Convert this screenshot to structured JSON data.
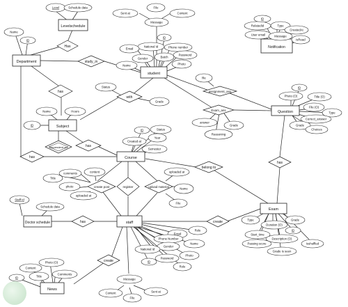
{
  "entities": {
    "level_schedule": "Levelschedule",
    "department": "Department",
    "student": "student",
    "notification": "Notification",
    "question": "Question",
    "subject": "Subject",
    "course": "Course",
    "staff": "staff",
    "doctor_schedule": "Doctor schedule",
    "exam": "Exam",
    "news": "News"
  },
  "relationships": {
    "has_level": "Has",
    "study_in": "study_in",
    "has_dept_subject": "has",
    "with": "with",
    "assignment_ans": "assignment_ans",
    "exam_ans": "Exam_ans",
    "has_course_subject": "has",
    "dependent_on": "Dependent on",
    "has_dept_course": "has",
    "belong_to": "belong to",
    "has_exam_question": "has",
    "create_post": "create post",
    "register": "register",
    "upload_material": "upload material",
    "has_doctor_schedule": "has",
    "create_exam": "create",
    "create_news": "create"
  },
  "attributes": {
    "level": "Level",
    "schedule_data": "Schedule data",
    "dept_name": "Name",
    "dept_id": "ID",
    "msg_sent_at": "Sent at",
    "msg_file": "File",
    "msg_content": "Content",
    "message": "Message",
    "stu_id": "ID",
    "national_id": "National Id",
    "phone_number": "Phone number",
    "email": "Email",
    "batch": "Batch",
    "password": "Password",
    "gender": "Gender",
    "photo": "Photo",
    "stu_name": "Name",
    "notif_id": "ID",
    "related_id": "RelatedId",
    "notif_type": "Type",
    "created_at": "CreatedAt",
    "user_email": "User email",
    "notif_message": "Message",
    "is_read": "isRead",
    "with_status": "Status",
    "with_grade": "Grade",
    "assign_file": "file",
    "q_id": "ID",
    "q_photo": "Photo (O)",
    "q_title": "Title (O)",
    "q_file": "File (O)",
    "q_type": "Type",
    "q_grade": "Grade",
    "correct_answer": "Correct_answer",
    "choices": "Choices",
    "answer": "answer",
    "reasoning": "Reasoning",
    "ans_grade": "Grade",
    "subj_name": "Name",
    "subj_hours": "Hours",
    "subj_id": "ID",
    "course_id": "ID",
    "course_status": "Status",
    "course_year": "Year",
    "course_created_at": "Created at",
    "semester": "Semester",
    "post_title": "Title",
    "post_comments": "comments",
    "post_content": "content",
    "post_photo": "photo",
    "post_uploaded_at": "uploaded at",
    "mat_uploaded_at": "uploaded at",
    "mat_name": "Name",
    "mat_file": "File",
    "staff_id": "Staff Id",
    "doc_schedule_data": "Schedule data",
    "exam_type": "Type",
    "exam_grade": "Grade",
    "exam_id": "ID",
    "duration": "Duration (O)",
    "start_time": "Start_time",
    "description": "Description (O)",
    "isshuffled": "Isshuffled",
    "passing_score": "Passing score",
    "grade_is_seen": "Grade is seen",
    "staff_email": "Email",
    "staff_role": "Role",
    "staff_phone": "Phone Number",
    "staff_gender": "Gender",
    "staff_name": "Name",
    "staff_national_id": "National Id",
    "staff_photo": "Photo",
    "staff_password": "Password",
    "staff_role2": "Role",
    "staff_pk_id": "ID",
    "news_id": "ID",
    "news_content": "Content",
    "news_photo": "Photo (O)",
    "news_title": "Title",
    "news_comments": "Comments",
    "staff_msg": "Message",
    "staff_msg_content": "Content",
    "staff_msg_file": "File",
    "staff_msg_sent_at": "Sent at"
  }
}
